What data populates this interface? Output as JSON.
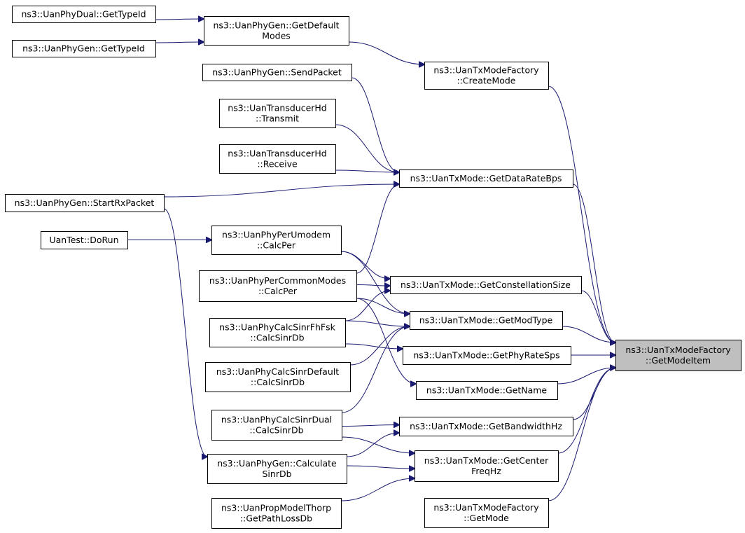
{
  "nodes": [
    {
      "id": "getmodeitem",
      "lines": [
        "ns3::UanTxModeFactory",
        "::GetModeItem"
      ],
      "root": true
    },
    {
      "id": "dual_typeid",
      "lines": [
        "ns3::UanPhyDual::GetTypeId"
      ]
    },
    {
      "id": "gen_typeid",
      "lines": [
        "ns3::UanPhyGen::GetTypeId"
      ]
    },
    {
      "id": "getdefaultmodes",
      "lines": [
        "ns3::UanPhyGen::GetDefault",
        "Modes"
      ]
    },
    {
      "id": "createmode",
      "lines": [
        "ns3::UanTxModeFactory",
        "::CreateMode"
      ]
    },
    {
      "id": "sendpacket",
      "lines": [
        "ns3::UanPhyGen::SendPacket"
      ]
    },
    {
      "id": "transmit",
      "lines": [
        "ns3::UanTransducerHd",
        "::Transmit"
      ]
    },
    {
      "id": "receive",
      "lines": [
        "ns3::UanTransducerHd",
        "::Receive"
      ]
    },
    {
      "id": "datarate",
      "lines": [
        "ns3::UanTxMode::GetDataRateBps"
      ]
    },
    {
      "id": "startrx",
      "lines": [
        "ns3::UanPhyGen::StartRxPacket"
      ]
    },
    {
      "id": "dorun",
      "lines": [
        "UanTest::DoRun"
      ]
    },
    {
      "id": "umodem",
      "lines": [
        "ns3::UanPhyPerUmodem",
        "::CalcPer"
      ]
    },
    {
      "id": "commonmodes",
      "lines": [
        "ns3::UanPhyPerCommonModes",
        "::CalcPer"
      ]
    },
    {
      "id": "constellation",
      "lines": [
        "ns3::UanTxMode::GetConstellationSize"
      ]
    },
    {
      "id": "fhfsk",
      "lines": [
        "ns3::UanPhyCalcSinrFhFsk",
        "::CalcSinrDb"
      ]
    },
    {
      "id": "modtype",
      "lines": [
        "ns3::UanTxMode::GetModType"
      ]
    },
    {
      "id": "physrate",
      "lines": [
        "ns3::UanTxMode::GetPhyRateSps"
      ]
    },
    {
      "id": "sinrdefault",
      "lines": [
        "ns3::UanPhyCalcSinrDefault",
        "::CalcSinrDb"
      ]
    },
    {
      "id": "getname",
      "lines": [
        "ns3::UanTxMode::GetName"
      ]
    },
    {
      "id": "sinrdual",
      "lines": [
        "ns3::UanPhyCalcSinrDual",
        "::CalcSinrDb"
      ]
    },
    {
      "id": "bandwidth",
      "lines": [
        "ns3::UanTxMode::GetBandwidthHz"
      ]
    },
    {
      "id": "calcsinr",
      "lines": [
        "ns3::UanPhyGen::Calculate",
        "SinrDb"
      ]
    },
    {
      "id": "centerfreq",
      "lines": [
        "ns3::UanTxMode::GetCenter",
        "FreqHz"
      ]
    },
    {
      "id": "thorp",
      "lines": [
        "ns3::UanPropModelThorp",
        "::GetPathLossDb"
      ]
    },
    {
      "id": "getmode",
      "lines": [
        "ns3::UanTxModeFactory",
        "::GetMode"
      ]
    }
  ],
  "edges": [
    {
      "from": "dual_typeid",
      "to": "getdefaultmodes"
    },
    {
      "from": "gen_typeid",
      "to": "getdefaultmodes"
    },
    {
      "from": "getdefaultmodes",
      "to": "createmode"
    },
    {
      "from": "createmode",
      "to": "getmodeitem"
    },
    {
      "from": "sendpacket",
      "to": "datarate"
    },
    {
      "from": "transmit",
      "to": "datarate"
    },
    {
      "from": "receive",
      "to": "datarate"
    },
    {
      "from": "startrx",
      "to": "datarate"
    },
    {
      "from": "commonmodes",
      "to": "datarate"
    },
    {
      "from": "datarate",
      "to": "getmodeitem"
    },
    {
      "from": "dorun",
      "to": "umodem"
    },
    {
      "from": "startrx",
      "to": "calcsinr"
    },
    {
      "from": "umodem",
      "to": "constellation"
    },
    {
      "from": "umodem",
      "to": "modtype"
    },
    {
      "from": "commonmodes",
      "to": "constellation"
    },
    {
      "from": "commonmodes",
      "to": "modtype"
    },
    {
      "from": "commonmodes",
      "to": "getname"
    },
    {
      "from": "fhfsk",
      "to": "constellation"
    },
    {
      "from": "fhfsk",
      "to": "modtype"
    },
    {
      "from": "fhfsk",
      "to": "physrate"
    },
    {
      "from": "sinrdefault",
      "to": "modtype"
    },
    {
      "from": "sinrdual",
      "to": "modtype"
    },
    {
      "from": "sinrdual",
      "to": "bandwidth"
    },
    {
      "from": "sinrdual",
      "to": "centerfreq"
    },
    {
      "from": "calcsinr",
      "to": "bandwidth"
    },
    {
      "from": "calcsinr",
      "to": "centerfreq"
    },
    {
      "from": "thorp",
      "to": "centerfreq"
    },
    {
      "from": "constellation",
      "to": "getmodeitem"
    },
    {
      "from": "modtype",
      "to": "getmodeitem"
    },
    {
      "from": "physrate",
      "to": "getmodeitem"
    },
    {
      "from": "getname",
      "to": "getmodeitem"
    },
    {
      "from": "bandwidth",
      "to": "getmodeitem"
    },
    {
      "from": "centerfreq",
      "to": "getmodeitem"
    },
    {
      "from": "getmode",
      "to": "getmodeitem"
    }
  ],
  "colors": {
    "edge": "#191970",
    "root_fill": "#bfbfbf",
    "node_fill": "#ffffff",
    "border": "#000000"
  }
}
